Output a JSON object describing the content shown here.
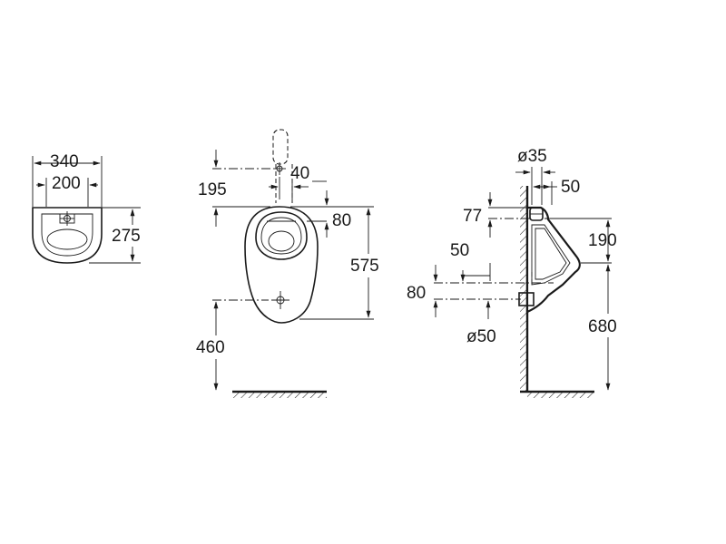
{
  "views": {
    "top": {
      "width_outer": "340",
      "width_inner": "200",
      "depth": "275"
    },
    "front": {
      "inlet_height": "195",
      "inlet_offset": "40",
      "rim_offset": "80",
      "total_height": "575",
      "outlet_height": "460"
    },
    "side": {
      "inlet_diameter": "ø35",
      "inlet_offset": "50",
      "inlet_height": "77",
      "projection": "190",
      "outlet_offset": "50",
      "outlet_spacing": "80",
      "outlet_diameter": "ø50",
      "rim_height": "680"
    }
  }
}
